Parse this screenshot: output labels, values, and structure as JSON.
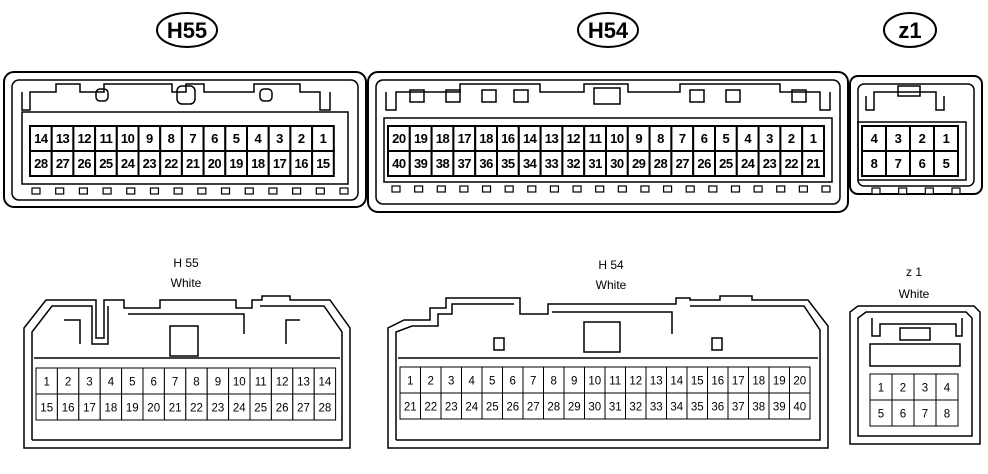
{
  "labels": {
    "h55": "H55",
    "h54": "H54",
    "z1": "z1"
  },
  "captions": {
    "h55": {
      "name": "H 55",
      "color": "White"
    },
    "h54": {
      "name": "H 54",
      "color": "White"
    },
    "z1": {
      "name": "z 1",
      "color": "White"
    }
  },
  "upper_connectors": {
    "h55": {
      "row1": [
        "14",
        "13",
        "12",
        "11",
        "10",
        "9",
        "8",
        "7",
        "6",
        "5",
        "4",
        "3",
        "2",
        "1"
      ],
      "row2": [
        "28",
        "27",
        "26",
        "25",
        "24",
        "23",
        "22",
        "21",
        "20",
        "19",
        "18",
        "17",
        "16",
        "15"
      ]
    },
    "h54": {
      "row1": [
        "20",
        "19",
        "18",
        "17",
        "18",
        "16",
        "14",
        "13",
        "12",
        "11",
        "10",
        "9",
        "8",
        "7",
        "6",
        "5",
        "4",
        "3",
        "2",
        "1"
      ],
      "row2": [
        "40",
        "39",
        "38",
        "37",
        "36",
        "35",
        "34",
        "33",
        "32",
        "31",
        "30",
        "29",
        "28",
        "27",
        "26",
        "25",
        "24",
        "23",
        "22",
        "21"
      ]
    },
    "z1": {
      "row1": [
        "4",
        "3",
        "2",
        "1"
      ],
      "row2": [
        "8",
        "7",
        "6",
        "5"
      ]
    }
  },
  "lower_connectors": {
    "h55": {
      "row1": [
        "1",
        "2",
        "3",
        "4",
        "5",
        "6",
        "7",
        "8",
        "9",
        "10",
        "11",
        "12",
        "13",
        "14"
      ],
      "row2": [
        "15",
        "16",
        "17",
        "18",
        "19",
        "20",
        "21",
        "22",
        "23",
        "24",
        "25",
        "26",
        "27",
        "28"
      ]
    },
    "h54": {
      "row1": [
        "1",
        "2",
        "3",
        "4",
        "5",
        "6",
        "7",
        "8",
        "9",
        "10",
        "11",
        "12",
        "13",
        "14",
        "15",
        "16",
        "17",
        "18",
        "19",
        "20"
      ],
      "row2": [
        "21",
        "22",
        "23",
        "24",
        "25",
        "26",
        "27",
        "28",
        "29",
        "30",
        "31",
        "32",
        "33",
        "34",
        "35",
        "36",
        "37",
        "38",
        "39",
        "40"
      ]
    },
    "z1": {
      "row1": [
        "1",
        "2",
        "3",
        "4"
      ],
      "row2": [
        "5",
        "6",
        "7",
        "8"
      ]
    }
  }
}
